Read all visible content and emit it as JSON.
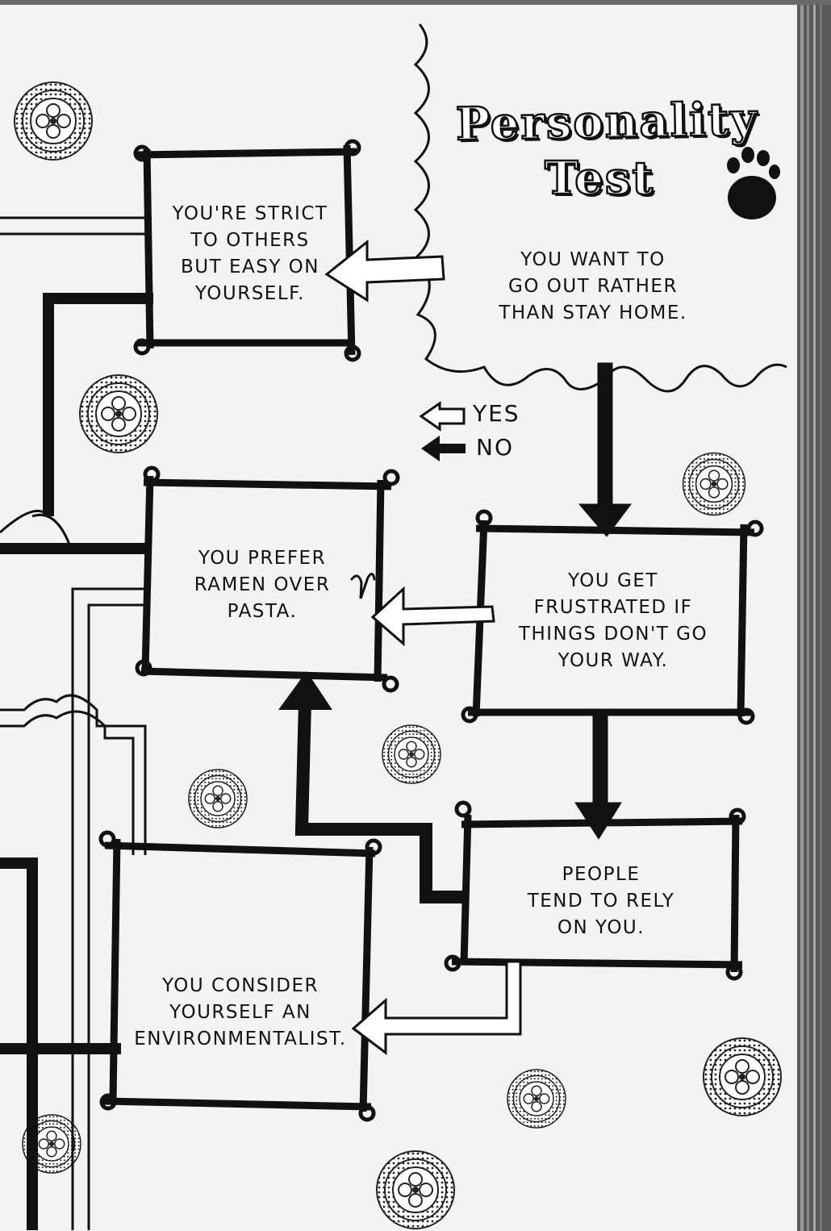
{
  "title": {
    "line1": "Personality",
    "line2": "Test"
  },
  "legend": {
    "yes": "YES",
    "no": "NO"
  },
  "boxes": {
    "start": "YOU WANT TO\nGO OUT RATHER\nTHAN STAY HOME.",
    "strict": "YOU'RE STRICT\nTO OTHERS\nBUT EASY ON\nYOURSELF.",
    "ramen": "YOU PREFER\nRAMEN OVER\nPASTA.",
    "frustrated": "YOU GET\nFRUSTRATED IF\nTHINGS DON'T GO\nYOUR WAY.",
    "rely": "PEOPLE\nTEND TO RELY\nON YOU.",
    "environment": "YOU CONSIDER\nYOURSELF AN\nENVIRONMENTALIST."
  },
  "icons": {
    "paw": "paw-print-icon",
    "heart": "heart-icon",
    "rosette": "lace-rosette-icon"
  },
  "colors": {
    "ink": "#111111",
    "paper": "#f4f3f1"
  }
}
